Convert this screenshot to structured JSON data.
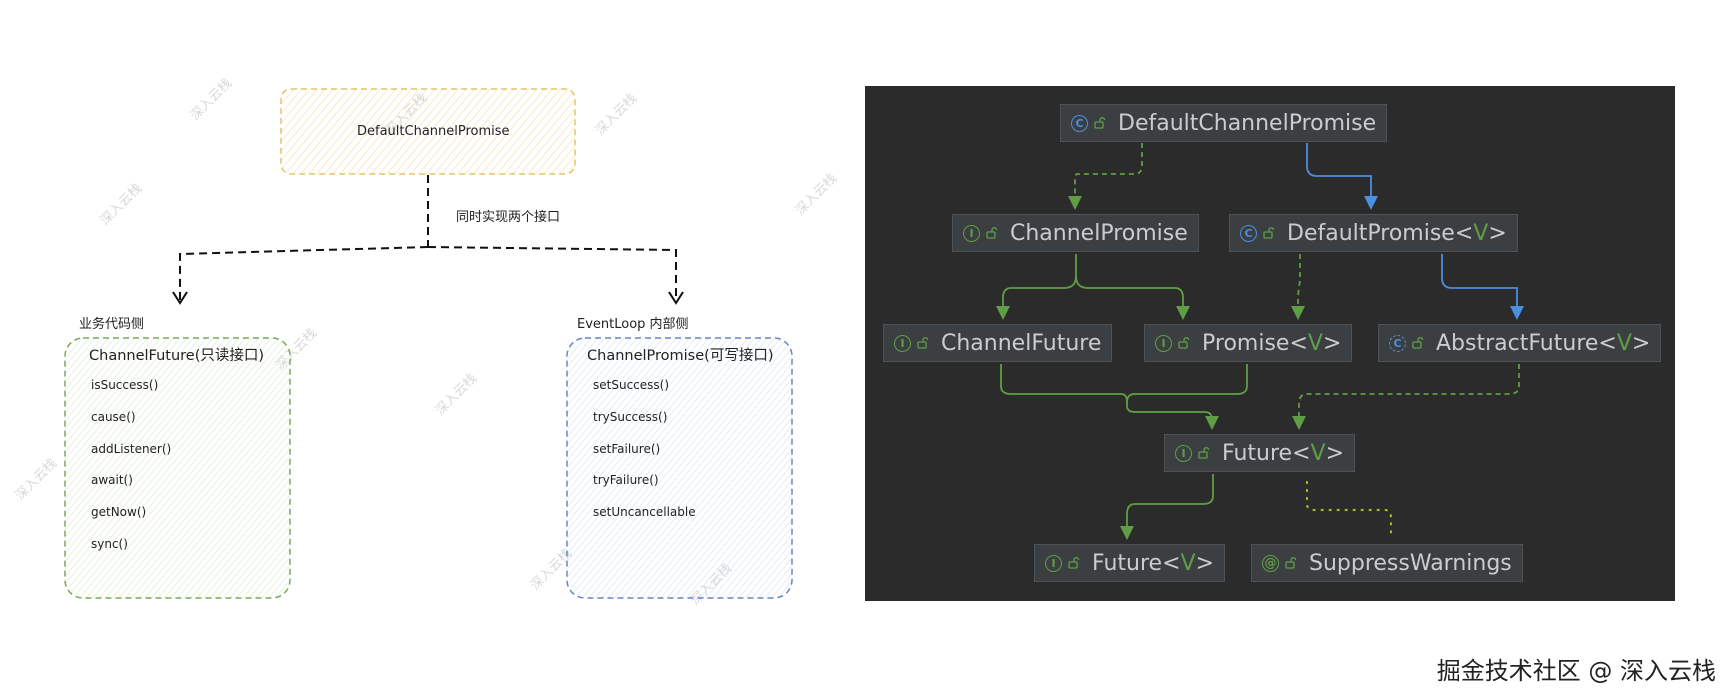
{
  "left_diagram": {
    "top_box": "DefaultChannelPromise",
    "edge_label": "同时实现两个接口",
    "left_side_label": "业务代码侧",
    "right_side_label": "EventLoop 内部侧",
    "left_box": {
      "title": "ChannelFuture(只读接口)",
      "methods": [
        "isSuccess()",
        "cause()",
        "addListener()",
        "await()",
        "getNow()",
        "sync()"
      ],
      "color": "#7aa95c"
    },
    "right_box": {
      "title": "ChannelPromise(可写接口)",
      "methods": [
        "setSuccess()",
        "trySuccess()",
        "setFailure()",
        "tryFailure()",
        "setUncancellable"
      ],
      "color": "#6a86c2"
    },
    "top_box_color": "#e6c36a"
  },
  "watermark": "深入云栈",
  "hierarchy": {
    "background": "#2b2b2b",
    "nodes": {
      "default_channel_promise": {
        "name": "DefaultChannelPromise",
        "icon": "C",
        "kind": "class"
      },
      "channel_promise": {
        "name": "ChannelPromise",
        "icon": "I",
        "kind": "interface"
      },
      "default_promise": {
        "name": "DefaultPromise",
        "generic": "V",
        "icon": "C",
        "kind": "class"
      },
      "channel_future": {
        "name": "ChannelFuture",
        "icon": "I",
        "kind": "interface"
      },
      "promise": {
        "name": "Promise",
        "generic": "V",
        "icon": "I",
        "kind": "interface"
      },
      "abstract_future": {
        "name": "AbstractFuture",
        "generic": "V",
        "icon": "C",
        "kind": "abstract-class"
      },
      "future_netty": {
        "name": "Future",
        "generic": "V",
        "icon": "I",
        "kind": "interface"
      },
      "future_jdk": {
        "name": "Future",
        "generic": "V",
        "icon": "I",
        "kind": "interface"
      },
      "suppress_warnings": {
        "name": "SuppressWarnings",
        "icon": "@",
        "kind": "annotation"
      }
    },
    "colors": {
      "implements": "#5f9e45",
      "extends": "#4c8ee0",
      "annotation": "#a8b82a"
    }
  },
  "credit": "掘金技术社区 @ 深入云栈"
}
